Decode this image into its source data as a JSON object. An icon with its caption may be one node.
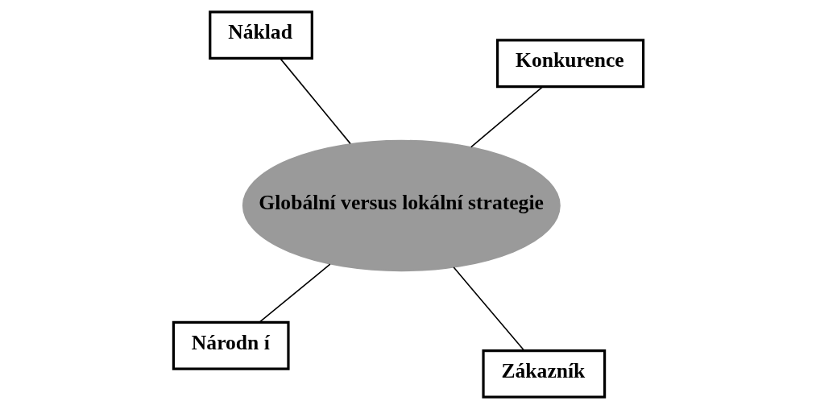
{
  "diagram": {
    "nodes": [
      {
        "text": [
          "Národn í"
        ]
      },
      {
        "text": [
          "Zákazník"
        ]
      },
      {
        "text": [
          "Globální versus lokální strategie"
        ]
      },
      {
        "text": [
          "Náklad"
        ]
      },
      {
        "text": [
          "Konkurence"
        ]
      }
    ],
    "edges": [
      {
        "from": 2,
        "to": 1,
        "arrow": "none"
      },
      {
        "from": 2,
        "to": 0,
        "arrow": "none"
      },
      {
        "from": 2,
        "to": 3,
        "arrow": "none"
      },
      {
        "from": 2,
        "to": 4,
        "arrow": "none"
      }
    ]
  }
}
